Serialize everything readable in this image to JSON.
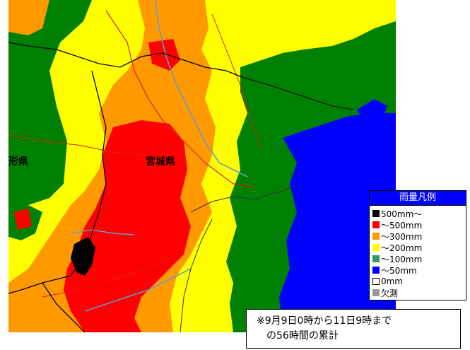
{
  "map": {
    "labels": {
      "miyagi": "宮城県",
      "yamagata": "形県"
    },
    "zone_colors": {
      "over_500": "#000000",
      "to_500": "#ff0000",
      "to_300": "#ff9900",
      "to_200": "#ffff00",
      "to_100": "#009900",
      "to_50": "#0000ff",
      "zero": "#ffffff"
    }
  },
  "legend": {
    "title": "雨量凡例",
    "items": [
      {
        "label": "500mm〜",
        "color": "#000000",
        "border": "#000000"
      },
      {
        "label": "〜500mm",
        "color": "#ff0000",
        "border": "#ff0000"
      },
      {
        "label": "〜300mm",
        "color": "#ff9900",
        "border": "#ff9900"
      },
      {
        "label": "〜200mm",
        "color": "#ffff00",
        "border": "#ffff00"
      },
      {
        "label": "〜100mm",
        "color": "#339966",
        "border": "#339966"
      },
      {
        "label": "〜50mm",
        "color": "#0000ff",
        "border": "#0000ff"
      },
      {
        "label": "0mm",
        "color": "#ffffff",
        "border": "#000000"
      },
      {
        "label": "欠測",
        "color": "#999999",
        "border": "#999999"
      }
    ]
  },
  "note": {
    "line1": "※9月9日0時から11日9時まで",
    "line2": "の56時間の累計"
  }
}
